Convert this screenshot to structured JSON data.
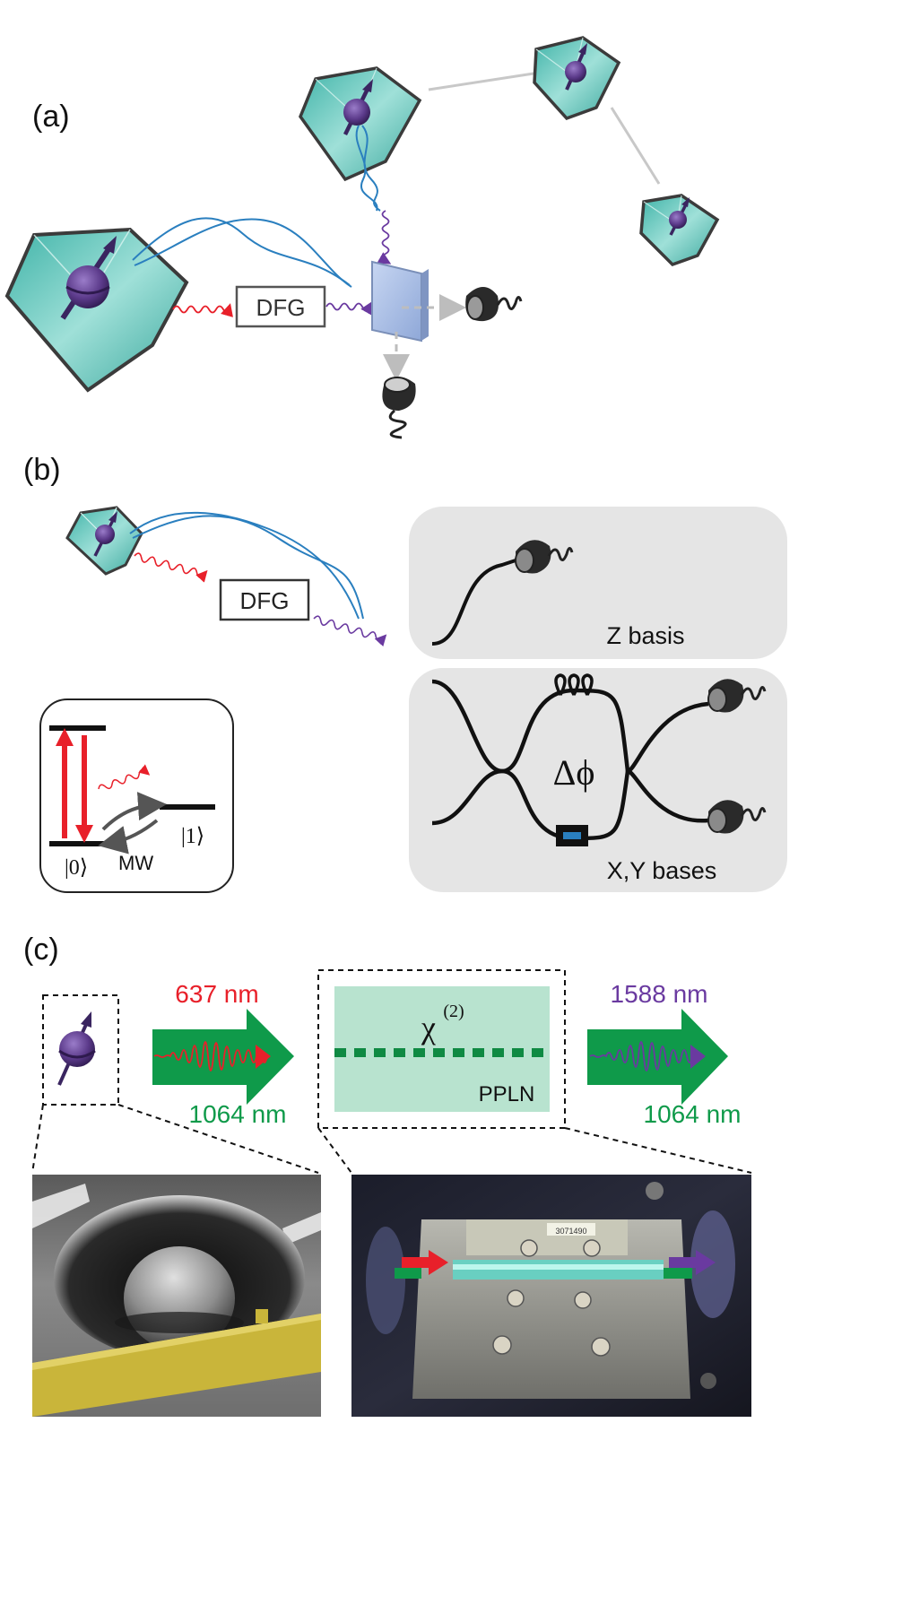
{
  "panel_a": {
    "label": "(a)",
    "dfg_label": "DFG"
  },
  "panel_b": {
    "label": "(b)",
    "dfg_label": "DFG",
    "z_box_label": "Z basis",
    "xy_box_label": "X,Y bases",
    "phase_label": "Δϕ",
    "level_0": "|0⟩",
    "level_1": "|1⟩",
    "mw_label": "MW"
  },
  "panel_c": {
    "label": "(c)",
    "input_wavelength": "637 nm",
    "input_pump": "1064 nm",
    "chi_label": "χ",
    "chi_order": "(2)",
    "crystal_label": "PPLN",
    "output_wavelength": "1588 nm",
    "output_pump": "1064 nm",
    "photo_chip_text": "3071490"
  },
  "colors": {
    "diamond": "#53c0b6",
    "diamond_light": "#9fe0d8",
    "spin": "#5b3a8a",
    "red_photon": "#e8202a",
    "purple_photon": "#6a3aa0",
    "fiber_blue": "#2a7fbf",
    "pump_green": "#0f9a4a",
    "ppln_box": "#b8e3cf",
    "gray_box": "#e5e5e5"
  }
}
